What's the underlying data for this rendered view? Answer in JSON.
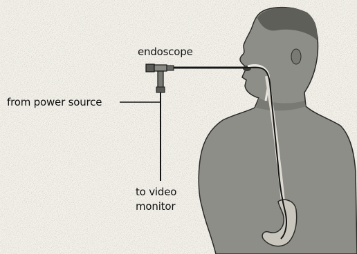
{
  "diagram": {
    "labels": {
      "endoscope": "endoscope",
      "power_source": "from power source",
      "video_line1": "to video",
      "video_line2": "monitor"
    },
    "colors": {
      "background": "#f4f2ea",
      "figure_fill": "#8e8e89",
      "figure_dark": "#6f6f6a",
      "outline": "#2a2a28",
      "tube": "#1a1a1a",
      "text": "#111111"
    }
  }
}
